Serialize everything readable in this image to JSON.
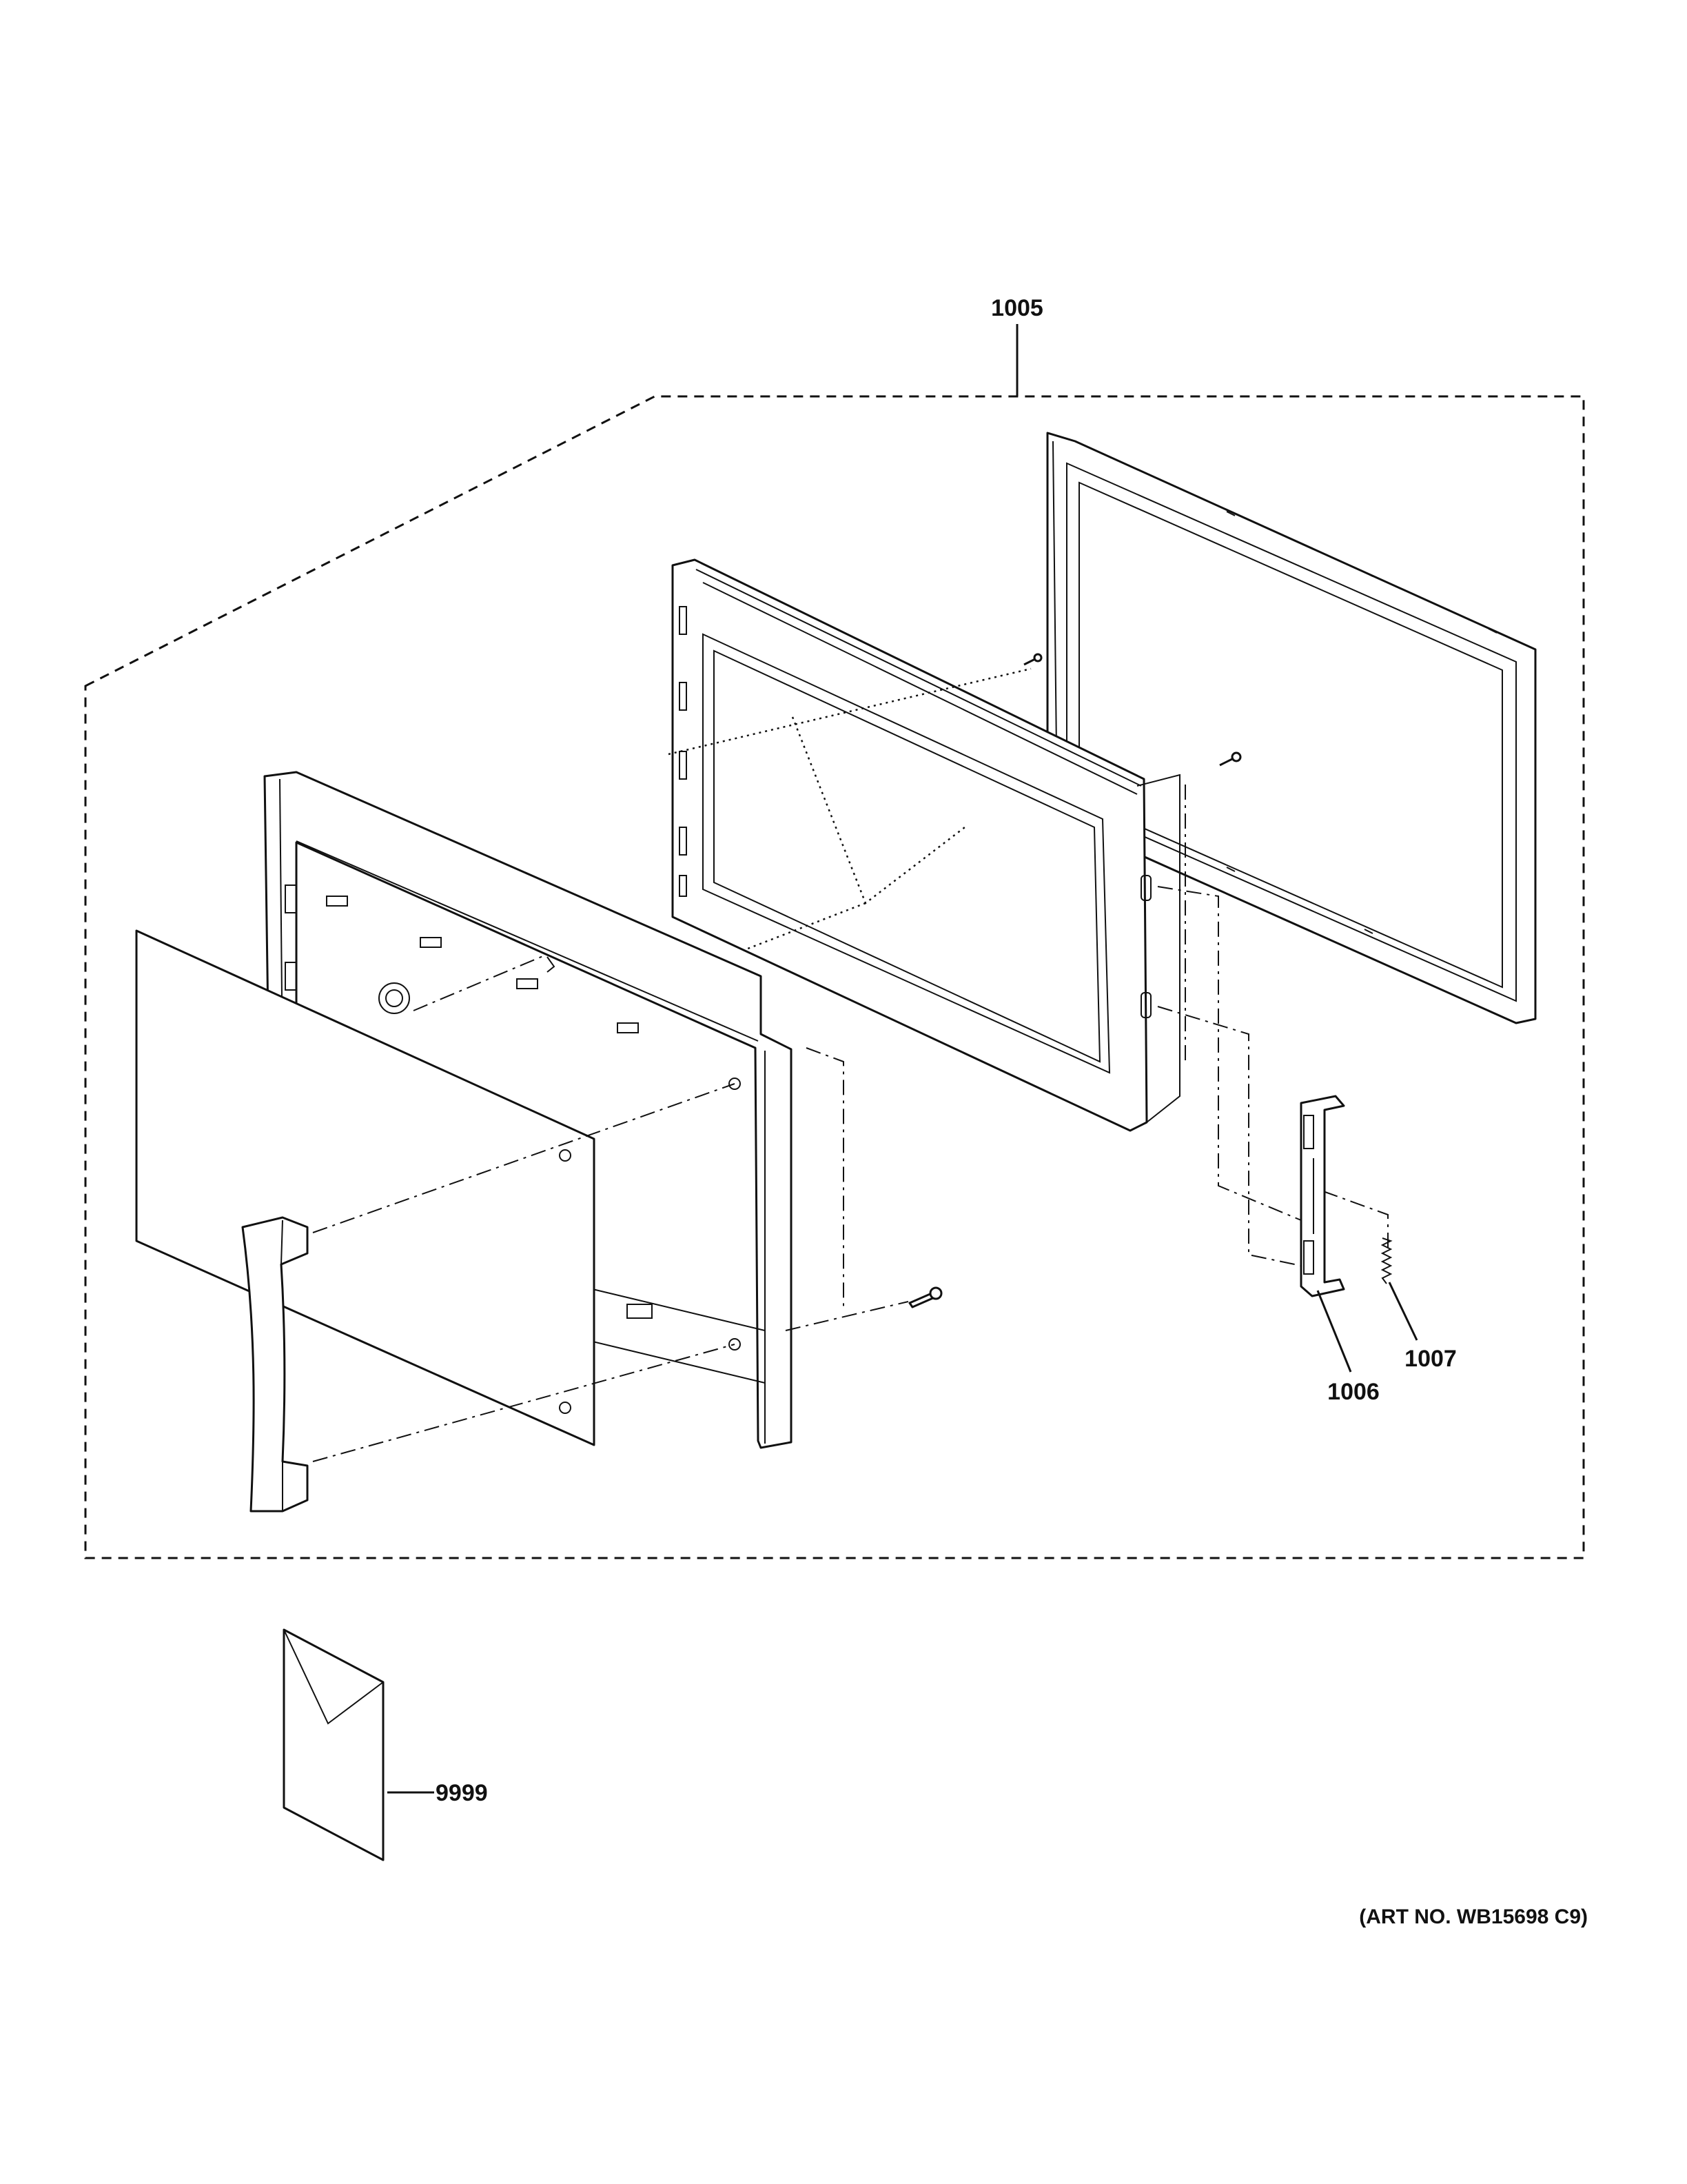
{
  "callouts": {
    "door_assembly": "1005",
    "latch": "1006",
    "spring": "1007",
    "literature": "9999"
  },
  "art_number": "(ART NO. WB15698 C9)"
}
